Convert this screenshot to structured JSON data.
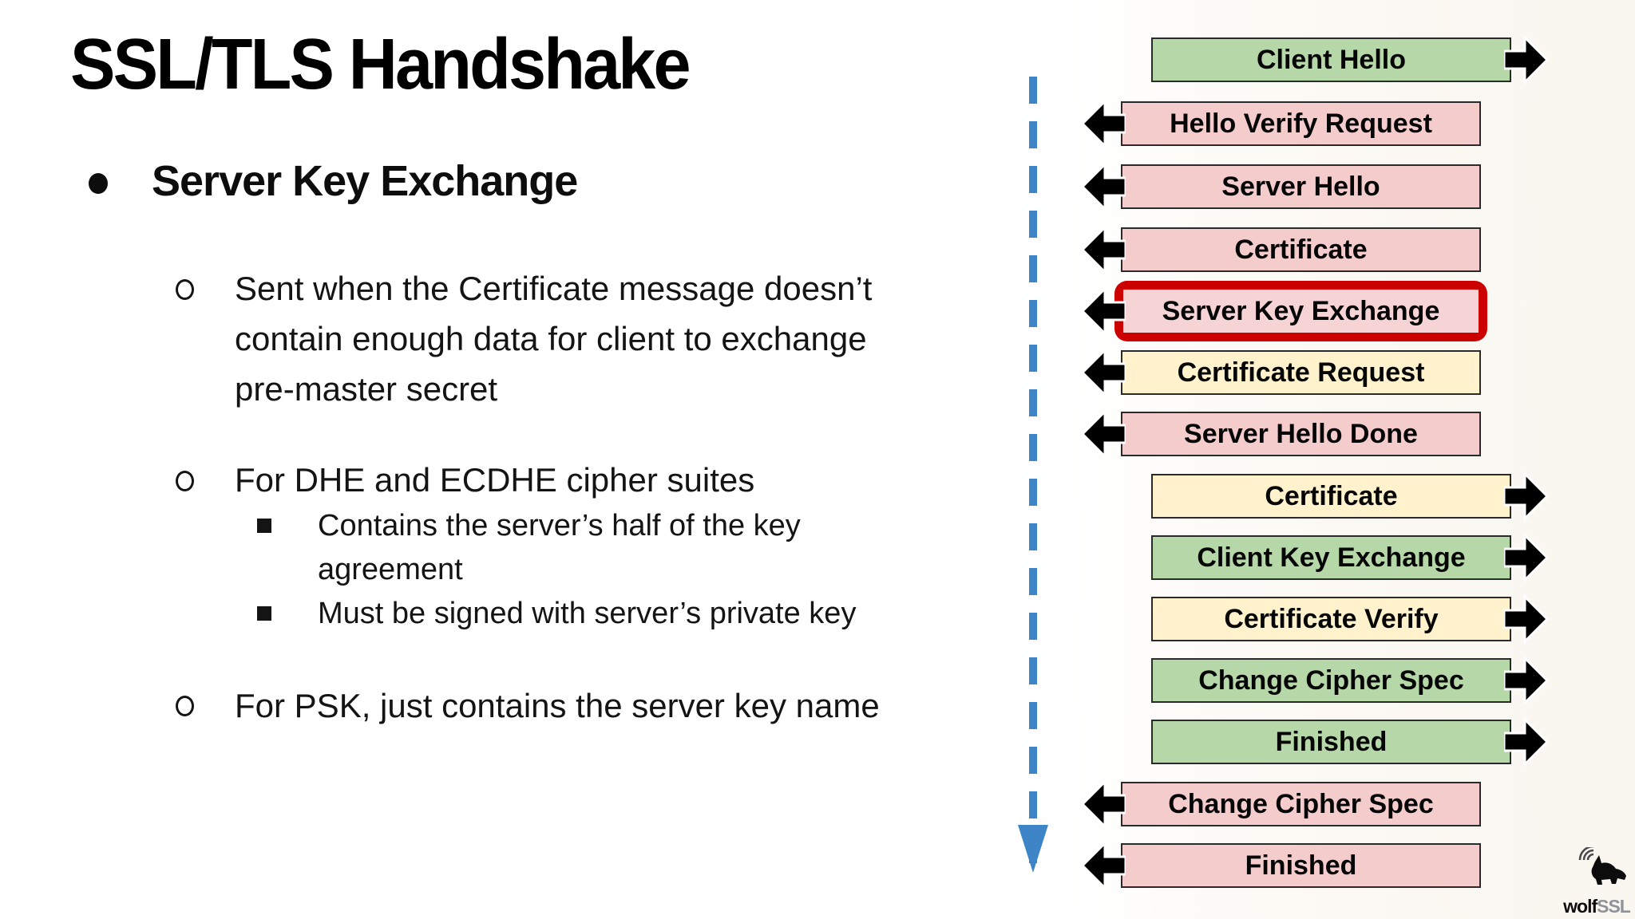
{
  "slide": {
    "title": "SSL/TLS Handshake",
    "heading": "Server Key Exchange",
    "points": [
      {
        "level": 2,
        "lines": [
          "Sent when the Certificate message doesn’t",
          "contain enough data for client to exchange",
          "pre-master secret"
        ]
      },
      {
        "level": 2,
        "lines": [
          "For DHE and ECDHE cipher suites"
        ]
      },
      {
        "level": 3,
        "lines": [
          "Contains the server’s half of the key",
          "agreement"
        ]
      },
      {
        "level": 3,
        "lines": [
          "Must be signed with server’s private key"
        ]
      },
      {
        "level": 2,
        "lines": [
          "For PSK, just contains the server key name"
        ]
      }
    ]
  },
  "diagram": {
    "rows": [
      {
        "label": "Client Hello",
        "color": "green",
        "direction": "right",
        "highlighted": false
      },
      {
        "label": "Hello Verify Request",
        "color": "pink",
        "direction": "left",
        "highlighted": false
      },
      {
        "label": "Server Hello",
        "color": "pink",
        "direction": "left",
        "highlighted": false
      },
      {
        "label": "Certificate",
        "color": "pink",
        "direction": "left",
        "highlighted": false
      },
      {
        "label": "Server Key Exchange",
        "color": "pink",
        "direction": "left",
        "highlighted": true
      },
      {
        "label": "Certificate Request",
        "color": "yellow",
        "direction": "left",
        "highlighted": false
      },
      {
        "label": "Server Hello Done",
        "color": "pink",
        "direction": "left",
        "highlighted": false
      },
      {
        "label": "Certificate",
        "color": "yellow",
        "direction": "right",
        "highlighted": false
      },
      {
        "label": "Client Key Exchange",
        "color": "green",
        "direction": "right",
        "highlighted": false
      },
      {
        "label": "Certificate Verify",
        "color": "yellow",
        "direction": "right",
        "highlighted": false
      },
      {
        "label": "Change Cipher Spec",
        "color": "green",
        "direction": "right",
        "highlighted": false
      },
      {
        "label": "Finished",
        "color": "green",
        "direction": "right",
        "highlighted": false
      },
      {
        "label": "Change Cipher Spec",
        "color": "pink",
        "direction": "left",
        "highlighted": false
      },
      {
        "label": "Finished",
        "color": "pink",
        "direction": "left",
        "highlighted": false
      }
    ],
    "colors": {
      "green": "#b6d7a8",
      "pink": "#f4cccc",
      "yellow": "#fff2cc",
      "highlight_border": "#cc0000",
      "highlight_fill": "#f6d4d6",
      "arrow": "#000000",
      "flow_line": "#3d85c6",
      "box_border": "#2a2a2a"
    }
  },
  "logo": {
    "wolf": "wolf",
    "ssl": "SSL"
  }
}
